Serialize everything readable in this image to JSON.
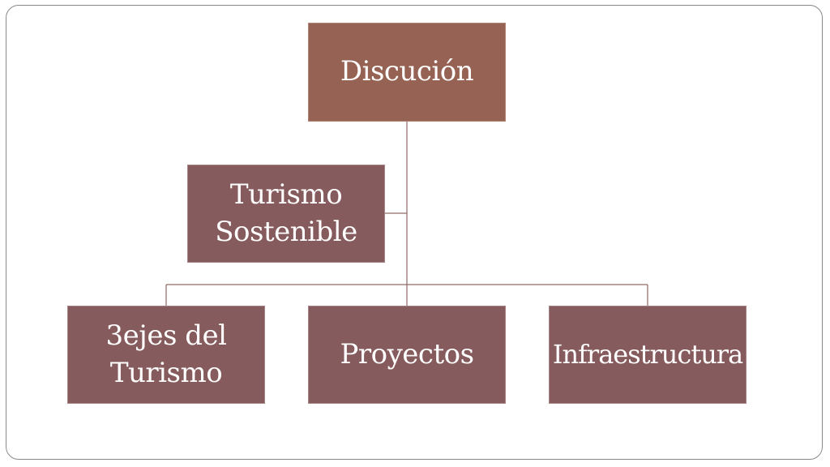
{
  "diagram": {
    "root": {
      "label": "Discución"
    },
    "assistant": {
      "label": "Turismo\nSostenible"
    },
    "children": [
      {
        "label": "3ejes del\nTurismo"
      },
      {
        "label": "Proyectos"
      },
      {
        "label": "Infraestructura"
      }
    ]
  },
  "colors": {
    "root_fill": "#956253",
    "node_fill": "#865b5d",
    "connector": "#8f6a68",
    "text": "#ffffff",
    "frame_border": "#8a8a8a"
  }
}
